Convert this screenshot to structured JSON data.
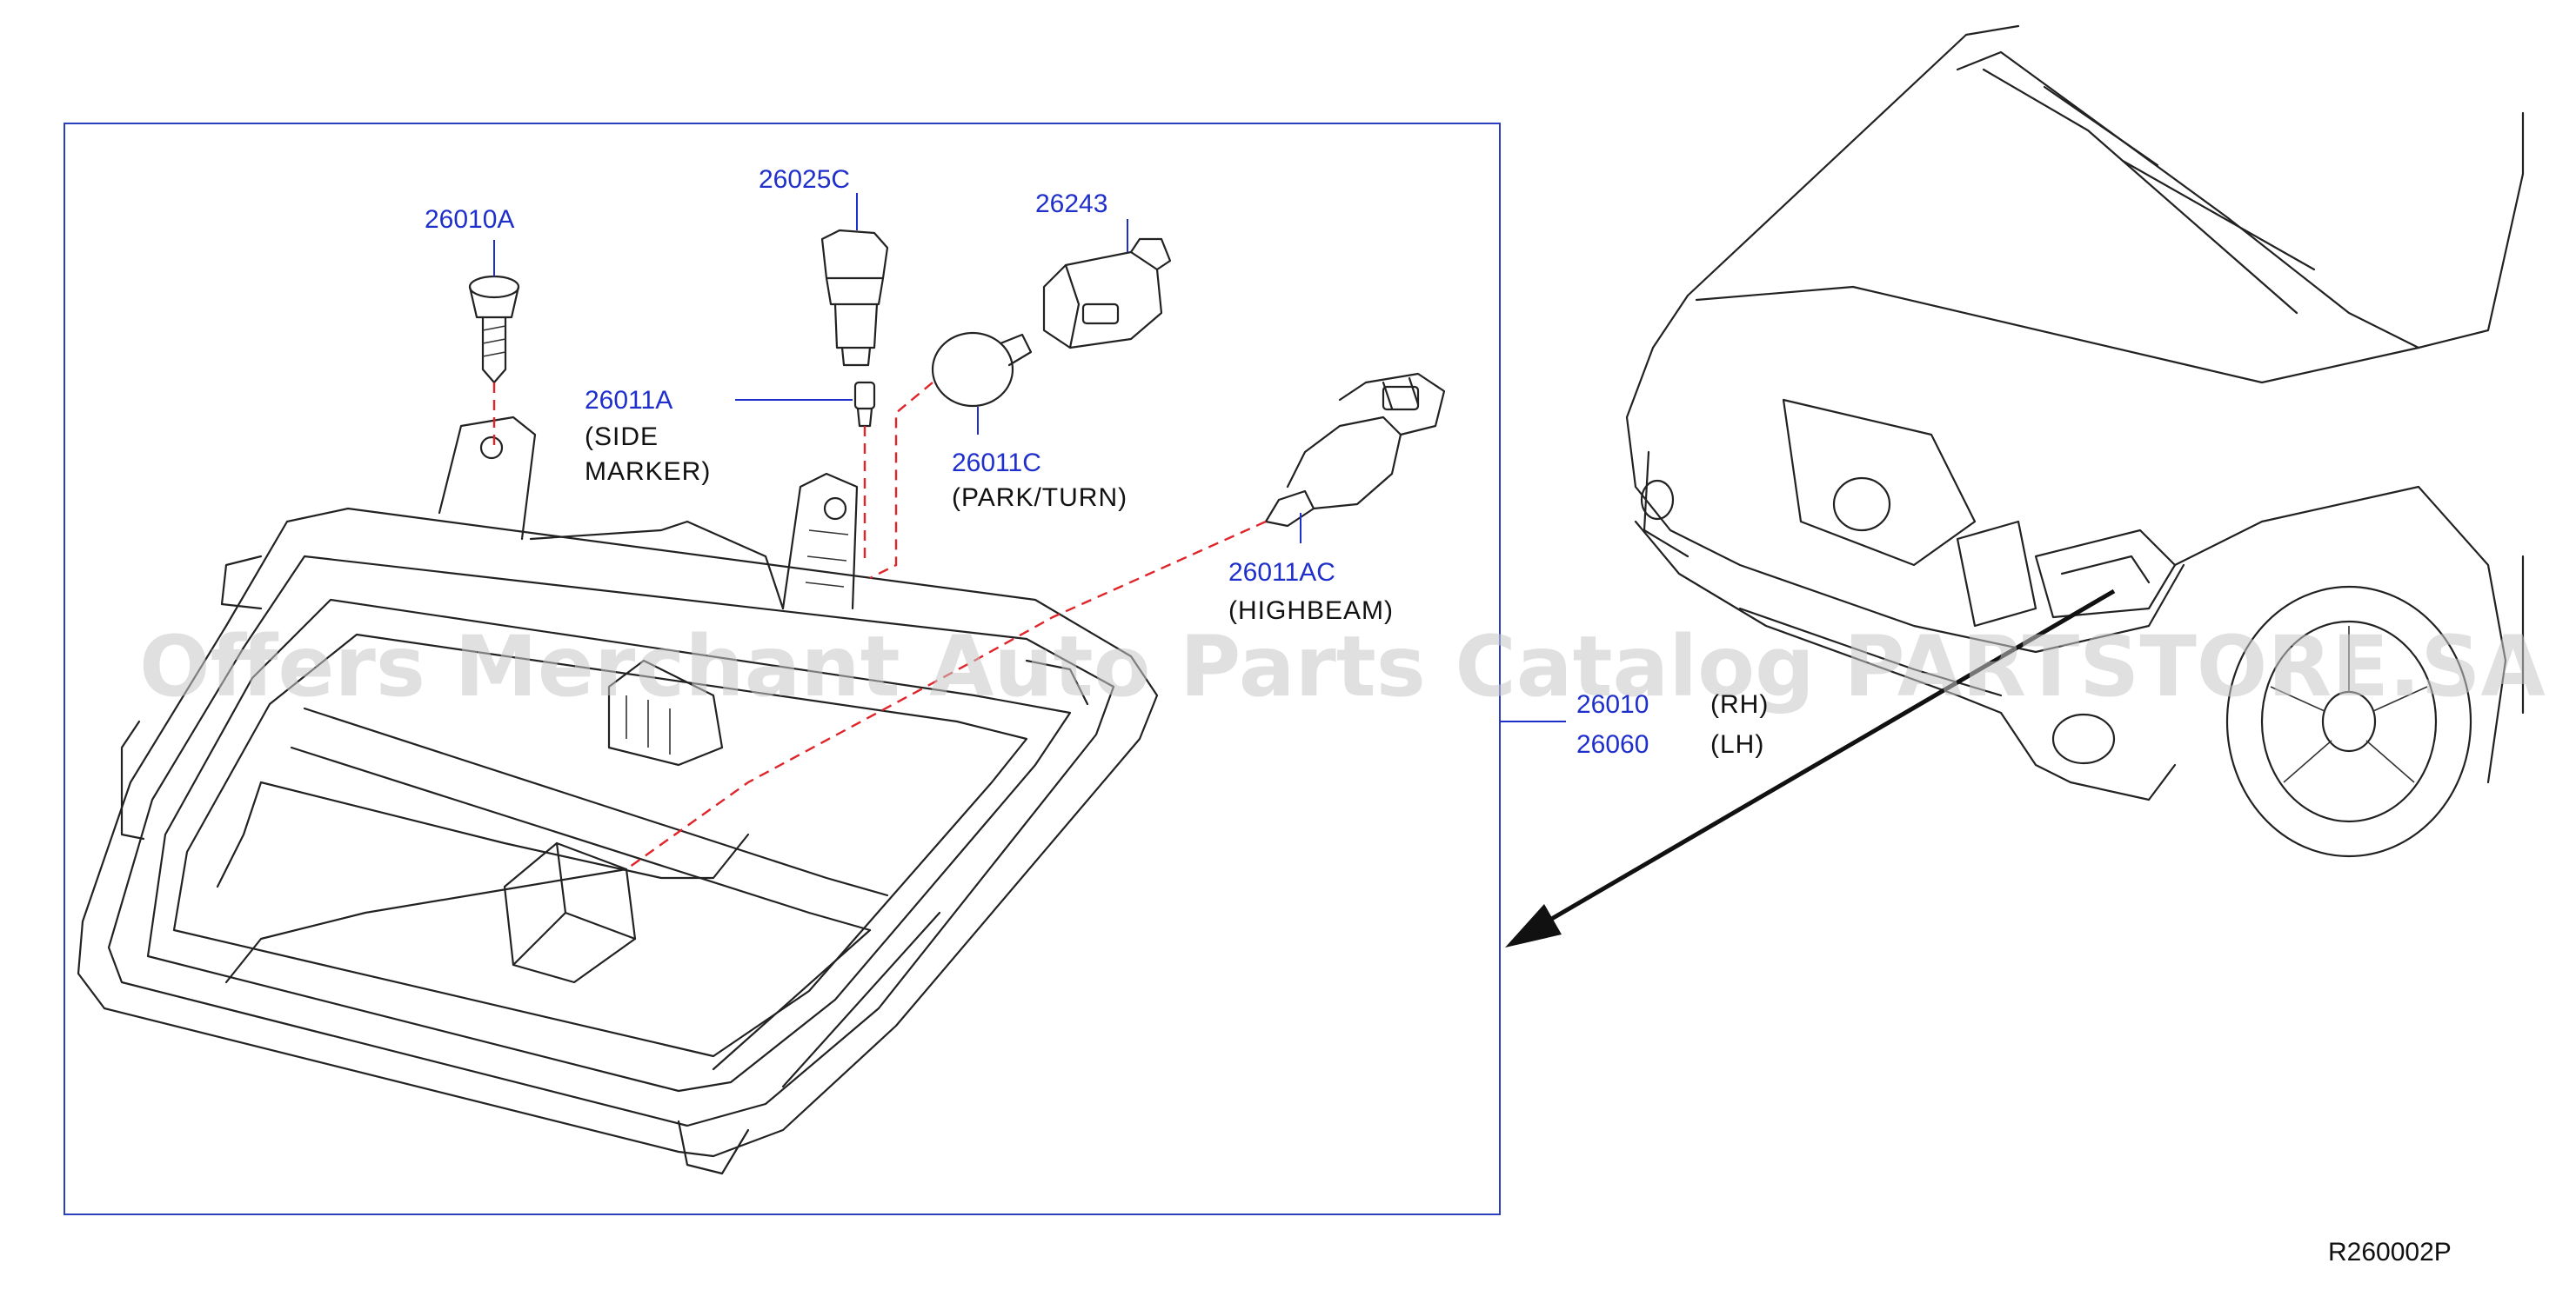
{
  "parts": {
    "p26010A": {
      "number": "26010A"
    },
    "p26025C": {
      "number": "26025C"
    },
    "p26243": {
      "number": "26243"
    },
    "p26011A": {
      "number": "26011A",
      "desc1": "(SIDE",
      "desc2": "MARKER)"
    },
    "p26011C": {
      "number": "26011C",
      "desc": "(PARK/TURN)"
    },
    "p26011AC": {
      "number": "26011AC",
      "desc": "(HIGHBEAM)"
    },
    "p26010": {
      "number": "26010",
      "side": "(RH)"
    },
    "p26060": {
      "number": "26060",
      "side": "(LH)"
    }
  },
  "reference_code": "R260002P",
  "watermark": "Offers Merchant Auto Parts Catalog PARTSTORE.SA",
  "colors": {
    "part_number": "#1f2fcc",
    "frame": "#2c3fbf",
    "dashed_line": "#e0252a"
  }
}
